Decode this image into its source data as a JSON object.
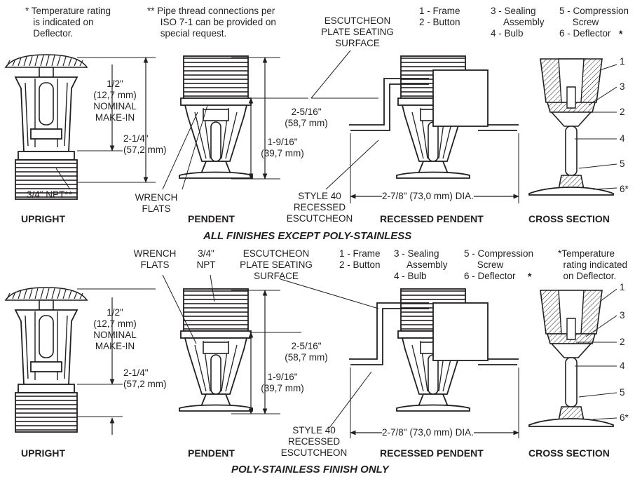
{
  "top": {
    "notes": {
      "temperature": "* Temperature rating\n   is indicated on\n   Deflector.",
      "thread": "** Pipe thread connections per\n     ISO 7-1 can be provided on\n     special request."
    },
    "escutcheon_surface": "ESCUTCHEON\nPLATE SEATING\nSURFACE",
    "parts_legend": {
      "col1": "1 - Frame\n2 - Button",
      "col2": "3 - Sealing\n     Assembly\n4 - Bulb",
      "col3": "5 - Compression\n     Screw\n6 - Deflector",
      "deflector_star": "*"
    },
    "dims": {
      "nominal_makein": "1/2\"\n(12,7 mm)\nNOMINAL\nMAKE-IN",
      "total_height": "2-1/4\"\n(57,2 mm)",
      "npt": "3/4\" NPT**",
      "wrench_flats": "WRENCH\nFLATS",
      "height_2_5_16": "2-5/16\"\n(58,7 mm)",
      "height_1_9_16": "1-9/16\"\n(39,7 mm)",
      "style40": "STYLE 40\nRECESSED\nESCUTCHEON",
      "diameter": "2-7/8\" (73,0 mm) DIA."
    },
    "views": {
      "upright": "UPRIGHT",
      "pendent": "PENDENT",
      "recessed": "RECESSED PENDENT",
      "cross": "CROSS SECTION"
    },
    "callouts": [
      "1",
      "3",
      "2",
      "4",
      "5",
      "6*"
    ],
    "section_title": "ALL FINISHES EXCEPT POLY-STAINLESS"
  },
  "bottom": {
    "wrench_flats": "WRENCH\nFLATS",
    "npt": "3/4\"\nNPT",
    "escutcheon_surface": "ESCUTCHEON\nPLATE SEATING\nSURFACE",
    "parts_legend": {
      "col1": "1 - Frame\n2 - Button",
      "col2": "3 - Sealing\n     Assembly\n4 - Bulb",
      "col3": "5 - Compression\n     Screw\n6 - Deflector",
      "deflector_star": "*"
    },
    "note": "*Temperature\n  rating indicated\n  on Deflector.",
    "dims": {
      "nominal_makein": "1/2\"\n(12,7 mm)\nNOMINAL\nMAKE-IN",
      "total_height": "2-1/4\"\n(57,2 mm)",
      "height_2_5_16": "2-5/16\"\n(58,7 mm)",
      "height_1_9_16": "1-9/16\"\n(39,7 mm)",
      "style40": "STYLE 40\nRECESSED\nESCUTCHEON",
      "diameter": "2-7/8\" (73,0 mm) DIA."
    },
    "views": {
      "upright": "UPRIGHT",
      "pendent": "PENDENT",
      "recessed": "RECESSED PENDENT",
      "cross": "CROSS SECTION"
    },
    "callouts": [
      "1",
      "3",
      "2",
      "4",
      "5",
      "6*"
    ],
    "section_title": "POLY-STAINLESS FINISH ONLY"
  }
}
